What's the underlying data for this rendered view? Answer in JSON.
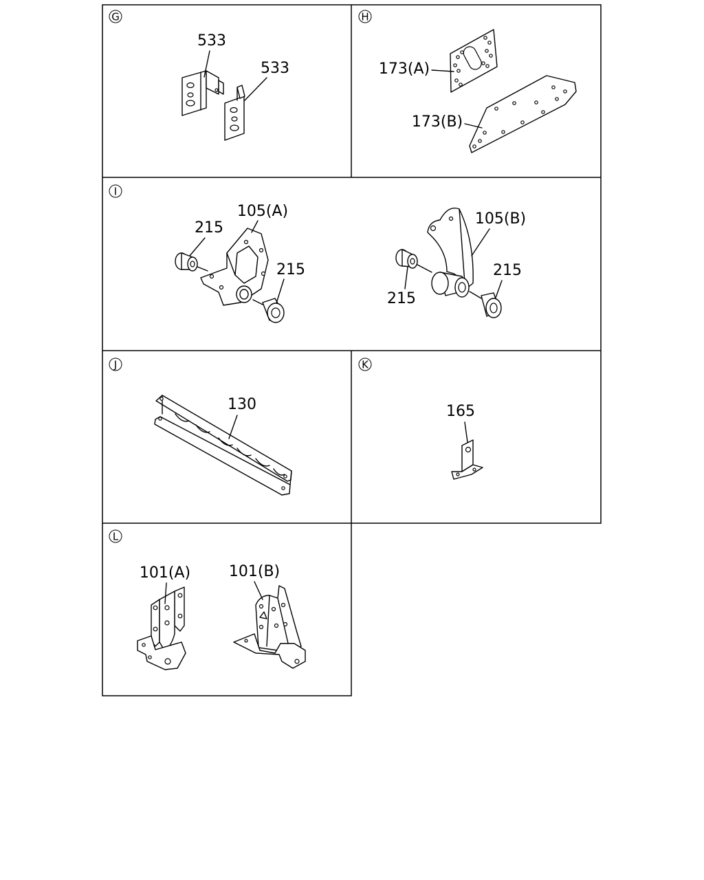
{
  "sections": {
    "g": {
      "letter": "G",
      "labels": [
        "533",
        "533"
      ]
    },
    "h": {
      "letter": "H",
      "labels": [
        "173(A)",
        "173(B)"
      ]
    },
    "i": {
      "letter": "I",
      "labels": [
        "105(A)",
        "215",
        "215",
        "105(B)",
        "215",
        "215"
      ]
    },
    "j": {
      "letter": "J",
      "labels": [
        "130"
      ]
    },
    "k": {
      "letter": "K",
      "labels": [
        "165"
      ]
    },
    "l": {
      "letter": "L",
      "labels": [
        "101(A)",
        "101(B)"
      ]
    }
  }
}
